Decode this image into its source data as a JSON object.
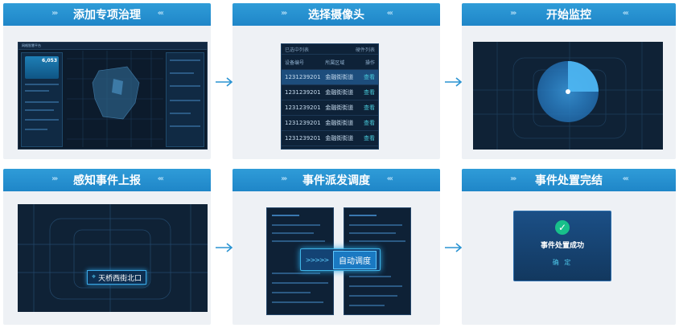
{
  "panels": [
    {
      "title": "添加专项治理"
    },
    {
      "title": "选择摄像头"
    },
    {
      "title": "开始监控"
    },
    {
      "title": "感知事件上报"
    },
    {
      "title": "事件派发调度"
    },
    {
      "title": "事件处置完结"
    }
  ],
  "dashboard": {
    "app_title": "网格智慧平台",
    "kpi_value": "6,053"
  },
  "camera_list": {
    "selected_label": "已选中列表",
    "clear_label": "硬件列表",
    "headers": [
      "设备编号",
      "所属区域",
      "操作"
    ],
    "rows": [
      {
        "id": "1231239201",
        "area": "金融街街道",
        "action": "查看",
        "selected": true
      },
      {
        "id": "1231239201",
        "area": "金融街街道",
        "action": "查看",
        "selected": false
      },
      {
        "id": "1231239201",
        "area": "金融街街道",
        "action": "查看",
        "selected": false
      },
      {
        "id": "1231239201",
        "area": "金融街街道",
        "action": "查看",
        "selected": false
      },
      {
        "id": "1231239201",
        "area": "金融街街道",
        "action": "查看",
        "selected": false
      }
    ]
  },
  "event": {
    "location": "天桥西街北口"
  },
  "dispatch": {
    "button_label": "自动调度",
    "chevrons": ">>>>>"
  },
  "success": {
    "message": "事件处置成功",
    "confirm_label": "确 定"
  },
  "colors": {
    "header": "#2592d0",
    "accent": "#46c8d8",
    "success": "#18c08a"
  }
}
